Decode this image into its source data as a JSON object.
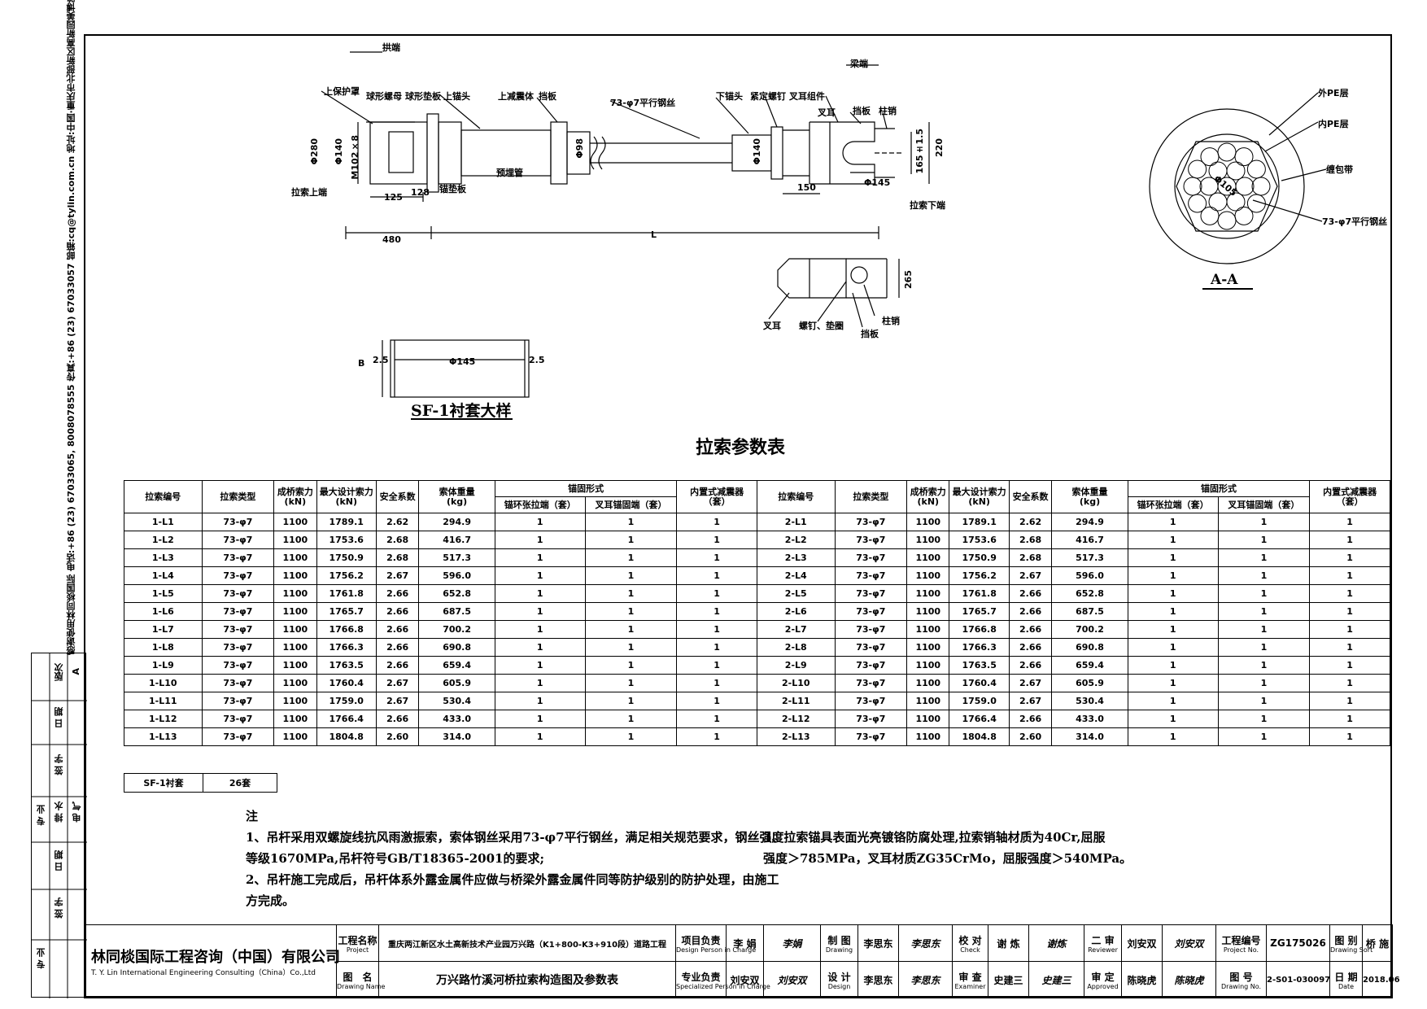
{
  "strip_text": "感谢使用林同棪国际 电话:+86 (23) 67033065, 8008078555 传真:+86 (23) 67033057 邮箱:cq@tylin.com.cn 地址:中国·重庆市北部新区高新园美博路6号",
  "rev_block": {
    "rev_label": "版次",
    "rev_value": "A",
    "date_label": "日 期",
    "sign_label": "签 字",
    "major_label": "专 业",
    "drainage_label": "排 水",
    "electric_label": "电 气"
  },
  "drawing": {
    "labels": {
      "arch_end": "拱端",
      "beam_end": "梁端",
      "upper_cover": "上保护罩",
      "spherical_nut": "球形螺母",
      "spherical_washer": "球形垫板",
      "upper_anchor": "上锚头",
      "upper_damper": "上减震体",
      "baffle": "挡板",
      "parallel_wire": "73-φ7平行钢丝",
      "lower_anchor": "下锚头",
      "lock_screw": "紧定螺钉",
      "fork_part": "叉耳组件",
      "fork": "叉耳",
      "baffle2": "挡板",
      "pin": "柱销",
      "cable_upper_end": "拉索上端",
      "anchor_plate": "锚垫板",
      "embedded_pipe": "预埋管",
      "cable_lower_end": "拉索下端",
      "fork2": "叉耳",
      "nut_washer": "螺钉、垫圈",
      "baffle3": "挡板",
      "pin2": "柱销",
      "outer_pe": "外PE层",
      "inner_pe": "内PE层",
      "wrap_tape": "缠包带",
      "parallel_wire2": "73-φ7平行钢丝",
      "section_title": "A-A",
      "liner_title": "SF-1衬套大样"
    },
    "dims": {
      "d280": "Φ280",
      "d140a": "Φ140",
      "m102": "M102×8",
      "d98": "Φ98",
      "d140b": "Φ140",
      "d145": "Φ145",
      "d105": "Φ105",
      "d145b": "Φ145",
      "w125": "125",
      "w128": "128",
      "w150": "150",
      "w480": "480",
      "wL": "L",
      "h220": "220",
      "h165": "165±1.5",
      "h265": "265",
      "b": "B",
      "t25a": "2.5",
      "t25b": "2.5"
    }
  },
  "table": {
    "title": "拉索参数表",
    "headers": {
      "no": "拉索编号",
      "type": "拉索类型",
      "force": "成桥索力",
      "force_unit": "(kN)",
      "max_force": "最大设计索力",
      "max_unit": "(kN)",
      "safety": "安全系数",
      "weight": "索体重量",
      "weight_unit": "(kg)",
      "anchor": "锚固形式",
      "anchor_a": "锚环张拉端（套）",
      "anchor_b": "叉耳锚固端（套）",
      "damper": "内置式减震器",
      "damper_unit": "（套）"
    },
    "rows": [
      [
        "1-L1",
        "73-φ7",
        "1100",
        "1789.1",
        "2.62",
        "294.9",
        "1",
        "1",
        "1",
        "2-L1",
        "73-φ7",
        "1100",
        "1789.1",
        "2.62",
        "294.9",
        "1",
        "1",
        "1"
      ],
      [
        "1-L2",
        "73-φ7",
        "1100",
        "1753.6",
        "2.68",
        "416.7",
        "1",
        "1",
        "1",
        "2-L2",
        "73-φ7",
        "1100",
        "1753.6",
        "2.68",
        "416.7",
        "1",
        "1",
        "1"
      ],
      [
        "1-L3",
        "73-φ7",
        "1100",
        "1750.9",
        "2.68",
        "517.3",
        "1",
        "1",
        "1",
        "2-L3",
        "73-φ7",
        "1100",
        "1750.9",
        "2.68",
        "517.3",
        "1",
        "1",
        "1"
      ],
      [
        "1-L4",
        "73-φ7",
        "1100",
        "1756.2",
        "2.67",
        "596.0",
        "1",
        "1",
        "1",
        "2-L4",
        "73-φ7",
        "1100",
        "1756.2",
        "2.67",
        "596.0",
        "1",
        "1",
        "1"
      ],
      [
        "1-L5",
        "73-φ7",
        "1100",
        "1761.8",
        "2.66",
        "652.8",
        "1",
        "1",
        "1",
        "2-L5",
        "73-φ7",
        "1100",
        "1761.8",
        "2.66",
        "652.8",
        "1",
        "1",
        "1"
      ],
      [
        "1-L6",
        "73-φ7",
        "1100",
        "1765.7",
        "2.66",
        "687.5",
        "1",
        "1",
        "1",
        "2-L6",
        "73-φ7",
        "1100",
        "1765.7",
        "2.66",
        "687.5",
        "1",
        "1",
        "1"
      ],
      [
        "1-L7",
        "73-φ7",
        "1100",
        "1766.8",
        "2.66",
        "700.2",
        "1",
        "1",
        "1",
        "2-L7",
        "73-φ7",
        "1100",
        "1766.8",
        "2.66",
        "700.2",
        "1",
        "1",
        "1"
      ],
      [
        "1-L8",
        "73-φ7",
        "1100",
        "1766.3",
        "2.66",
        "690.8",
        "1",
        "1",
        "1",
        "2-L8",
        "73-φ7",
        "1100",
        "1766.3",
        "2.66",
        "690.8",
        "1",
        "1",
        "1"
      ],
      [
        "1-L9",
        "73-φ7",
        "1100",
        "1763.5",
        "2.66",
        "659.4",
        "1",
        "1",
        "1",
        "2-L9",
        "73-φ7",
        "1100",
        "1763.5",
        "2.66",
        "659.4",
        "1",
        "1",
        "1"
      ],
      [
        "1-L10",
        "73-φ7",
        "1100",
        "1760.4",
        "2.67",
        "605.9",
        "1",
        "1",
        "1",
        "2-L10",
        "73-φ7",
        "1100",
        "1760.4",
        "2.67",
        "605.9",
        "1",
        "1",
        "1"
      ],
      [
        "1-L11",
        "73-φ7",
        "1100",
        "1759.0",
        "2.67",
        "530.4",
        "1",
        "1",
        "1",
        "2-L11",
        "73-φ7",
        "1100",
        "1759.0",
        "2.67",
        "530.4",
        "1",
        "1",
        "1"
      ],
      [
        "1-L12",
        "73-φ7",
        "1100",
        "1766.4",
        "2.66",
        "433.0",
        "1",
        "1",
        "1",
        "2-L12",
        "73-φ7",
        "1100",
        "1766.4",
        "2.66",
        "433.0",
        "1",
        "1",
        "1"
      ],
      [
        "1-L13",
        "73-φ7",
        "1100",
        "1804.8",
        "2.60",
        "314.0",
        "1",
        "1",
        "1",
        "2-L13",
        "73-φ7",
        "1100",
        "1804.8",
        "2.60",
        "314.0",
        "1",
        "1",
        "1"
      ]
    ]
  },
  "liner": {
    "label": "SF-1衬套",
    "value": "26套"
  },
  "notes": {
    "heading": "注",
    "n1a": "1、吊杆采用双螺旋线抗风雨激振索，索体钢丝采用73-φ7平行钢丝，满足相关规范要求，钢丝强度",
    "n1b": "等级1670MPa,吊杆符号GB/T18365-2001的要求;",
    "n2a": "2、吊杆施工完成后，吊杆体系外露金属件应做与桥梁外露金属件同等防护级别的防护处理，由施工",
    "n2b": "方完成。",
    "n3a": "3、拉索锚具表面光亮镀铬防腐处理,拉索销轴材质为40Cr,屈服",
    "n3b": "强度＞785MPa，叉耳材质ZG35CrMo，屈服强度＞540MPa。"
  },
  "titleblock": {
    "company_cn": "林同棪国际工程咨询（中国）有限公司",
    "company_en": "T. Y. Lin International Engineering Consulting（China）Co.,Ltd",
    "project_label": "工程名称",
    "project_label_en": "Project",
    "project_name": "重庆两江新区水土高新技术产业园万兴路（K1+800-K3+910段）道路工程",
    "drawing_label": "图　名",
    "drawing_label_en": "Drawing Name",
    "drawing_name": "万兴路竹溪河桥拉索构造图及参数表",
    "pm_label": "项目负责",
    "pm_label_en": "Design Person in Charge",
    "pm_name": "李 娟",
    "pm_sig": "李娟",
    "spec_label": "专业负责",
    "spec_label_en": "Specialized Person in Charge",
    "spec_name": "刘安双",
    "spec_sig": "刘安双",
    "draw_label": "制 图",
    "draw_label_en": "Drawing",
    "draw_name": "李思东",
    "draw_sig": "李思东",
    "design_label": "设 计",
    "design_label_en": "Design",
    "design_name": "李思东",
    "design_sig": "李思东",
    "check_label": "校 对",
    "check_label_en": "Check",
    "check_name": "谢 炼",
    "check_sig": "谢炼",
    "review_label": "审 查",
    "review_label_en": "Examiner",
    "review_name": "史建三",
    "review_sig": "史建三",
    "second_label": "二 审",
    "second_label_en": "Reviewer",
    "second_name": "刘安双",
    "second_sig": "刘安双",
    "approve_label": "审 定",
    "approve_label_en": "Approved",
    "approve_name": "陈晓虎",
    "approve_sig": "陈晓虎",
    "projno_label": "工程编号",
    "projno_label_en": "Project No.",
    "projno": "ZG175026",
    "sort_label": "图 别",
    "sort_label_en": "Drawing Sort",
    "sort": "桥 施",
    "drawno_label": "图 号",
    "drawno_label_en": "Drawing No.",
    "drawno": "2-S01-030097",
    "date_label": "日 期",
    "date_label_en": "Date",
    "date": "2018.06"
  }
}
